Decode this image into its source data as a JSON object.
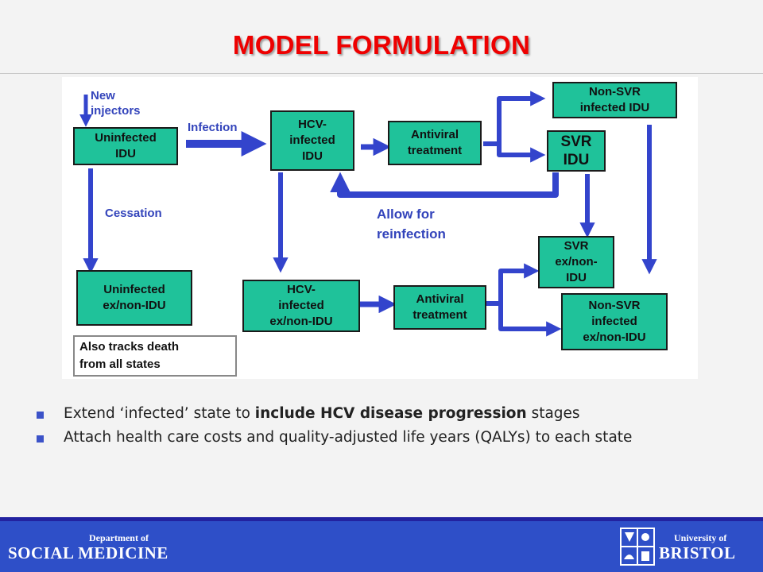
{
  "title": "MODEL FORMULATION",
  "diagram": {
    "boxes": {
      "uninfected_idu": "Uninfected\nIDU",
      "hcv_infected_idu": "HCV-\ninfected\nIDU",
      "antiviral_treatment_idu": "Antiviral\ntreatment",
      "non_svr_infected_idu": "Non-SVR\ninfected IDU",
      "svr_idu": "SVR\nIDU",
      "uninfected_ex_non_idu": "Uninfected\nex/non-IDU",
      "hcv_infected_ex_non_idu": "HCV-\ninfected\nex/non-IDU",
      "antiviral_treatment_ex": "Antiviral\ntreatment",
      "svr_ex_non_idu": "SVR\nex/non-\nIDU",
      "non_svr_infected_ex_non_idu": "Non-SVR\ninfected\nex/non-IDU"
    },
    "labels": {
      "new_injectors": "New\ninjectors",
      "infection": "Infection",
      "cessation": "Cessation",
      "allow_for_reinfection": "Allow for\nreinfection"
    },
    "note": "Also tracks death\nfrom all states"
  },
  "bullets": [
    {
      "pre": "Extend ‘infected’ state to ",
      "bold": "include HCV disease progression",
      "post": " stages"
    },
    {
      "pre": "Attach health care costs and quality-adjusted life years (QALYs) to each state",
      "bold": "",
      "post": ""
    }
  ],
  "footer": {
    "dept_small": "Department of",
    "dept_big": "SOCIAL MEDICINE",
    "uni_small": "University of",
    "uni_big": "BRISTOL"
  },
  "colors": {
    "title": "#ee0000",
    "box_fill": "#1fc29a",
    "arrow": "#3344cc",
    "footer": "#2e4fc8",
    "bullet": "#3b52c8"
  }
}
